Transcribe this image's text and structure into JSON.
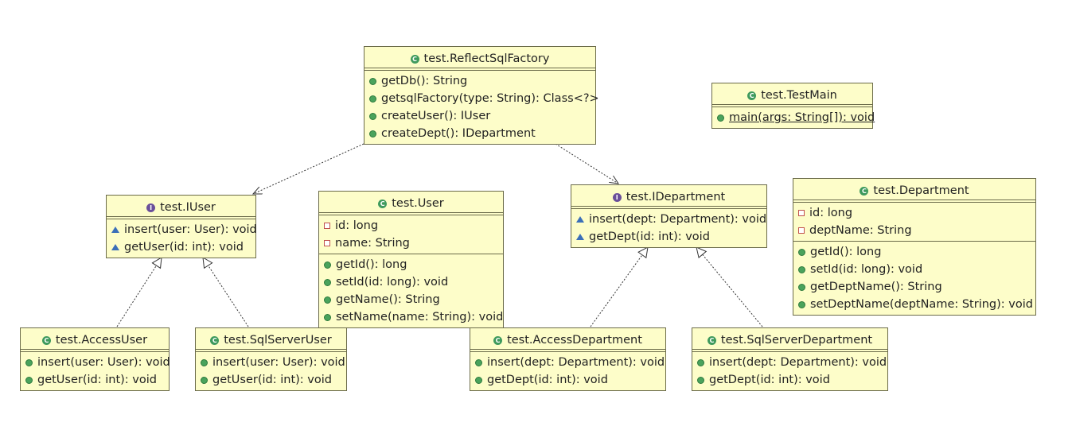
{
  "classes": {
    "reflect_sql_factory": {
      "name": "test.ReflectSqlFactory",
      "kind": "class",
      "attributes": [],
      "methods": [
        {
          "vis": "public",
          "text": "getDb(): String"
        },
        {
          "vis": "public",
          "text": "getsqlFactory(type: String): Class<?>"
        },
        {
          "vis": "public",
          "text": "createUser(): IUser"
        },
        {
          "vis": "public",
          "text": "createDept(): IDepartment"
        }
      ]
    },
    "test_main": {
      "name": "test.TestMain",
      "kind": "class",
      "attributes": [],
      "methods": [
        {
          "vis": "public",
          "text": "main(args: String[]): void",
          "static": true
        }
      ]
    },
    "iuser": {
      "name": "test.IUser",
      "kind": "interface",
      "attributes": [],
      "methods": [
        {
          "vis": "package",
          "text": "insert(user: User): void"
        },
        {
          "vis": "package",
          "text": "getUser(id: int): void"
        }
      ]
    },
    "user": {
      "name": "test.User",
      "kind": "class",
      "attributes": [
        {
          "vis": "private",
          "text": "id: long"
        },
        {
          "vis": "private",
          "text": "name: String"
        }
      ],
      "methods": [
        {
          "vis": "public",
          "text": "getId(): long"
        },
        {
          "vis": "public",
          "text": "setId(id: long): void"
        },
        {
          "vis": "public",
          "text": "getName(): String"
        },
        {
          "vis": "public",
          "text": "setName(name: String): void"
        }
      ]
    },
    "idepartment": {
      "name": "test.IDepartment",
      "kind": "interface",
      "attributes": [],
      "methods": [
        {
          "vis": "package",
          "text": "insert(dept: Department): void"
        },
        {
          "vis": "package",
          "text": "getDept(id: int): void"
        }
      ]
    },
    "department": {
      "name": "test.Department",
      "kind": "class",
      "attributes": [
        {
          "vis": "private",
          "text": "id: long"
        },
        {
          "vis": "private",
          "text": "deptName: String"
        }
      ],
      "methods": [
        {
          "vis": "public",
          "text": "getId(): long"
        },
        {
          "vis": "public",
          "text": "setId(id: long): void"
        },
        {
          "vis": "public",
          "text": "getDeptName(): String"
        },
        {
          "vis": "public",
          "text": "setDeptName(deptName: String): void"
        }
      ]
    },
    "access_user": {
      "name": "test.AccessUser",
      "kind": "class",
      "attributes": [],
      "methods": [
        {
          "vis": "public",
          "text": "insert(user: User): void"
        },
        {
          "vis": "public",
          "text": "getUser(id: int): void"
        }
      ]
    },
    "sqlserver_user": {
      "name": "test.SqlServerUser",
      "kind": "class",
      "attributes": [],
      "methods": [
        {
          "vis": "public",
          "text": "insert(user: User): void"
        },
        {
          "vis": "public",
          "text": "getUser(id: int): void"
        }
      ]
    },
    "access_department": {
      "name": "test.AccessDepartment",
      "kind": "class",
      "attributes": [],
      "methods": [
        {
          "vis": "public",
          "text": "insert(dept: Department): void"
        },
        {
          "vis": "public",
          "text": "getDept(id: int): void"
        }
      ]
    },
    "sqlserver_department": {
      "name": "test.SqlServerDepartment",
      "kind": "class",
      "attributes": [],
      "methods": [
        {
          "vis": "public",
          "text": "insert(dept: Department): void"
        },
        {
          "vis": "public",
          "text": "getDept(id: int): void"
        }
      ]
    }
  },
  "relations": [
    {
      "type": "dependency",
      "from": "reflect_sql_factory",
      "to": "iuser"
    },
    {
      "type": "dependency",
      "from": "reflect_sql_factory",
      "to": "idepartment"
    },
    {
      "type": "realization",
      "from": "access_user",
      "to": "iuser"
    },
    {
      "type": "realization",
      "from": "sqlserver_user",
      "to": "iuser"
    },
    {
      "type": "realization",
      "from": "access_department",
      "to": "idepartment"
    },
    {
      "type": "realization",
      "from": "sqlserver_department",
      "to": "idepartment"
    }
  ],
  "colors": {
    "class_fill": "#fdfdc9",
    "class_border": "#6b6b4a",
    "class_icon": "#3f9a5d",
    "interface_icon": "#6a4f9a",
    "public_icon": "#4aa35c",
    "package_icon": "#3b6fb8",
    "private_icon": "#c0504d"
  }
}
